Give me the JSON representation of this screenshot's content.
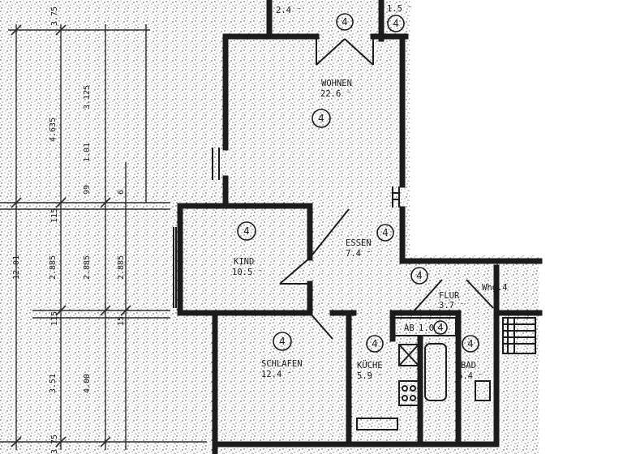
{
  "rooms": {
    "wohnen": {
      "name": "WOHNEN",
      "area": "22.6 ⁻",
      "unit_no": "4"
    },
    "essen": {
      "name": "ESSEN",
      "area": "7.4 ⁻",
      "unit_no": "4"
    },
    "kind": {
      "name": "KIND",
      "area": "10.5 ⁻",
      "unit_no": "4"
    },
    "schlafen": {
      "name": "SCHLAFEN",
      "area": "12.4 ⁻",
      "unit_no": "4"
    },
    "kueche": {
      "name": "KÜCHE",
      "area": "5.9 ⁻",
      "unit_no": "4"
    },
    "flur": {
      "name": "FLUR",
      "area": "3.7 ⁻",
      "unit_no": "4"
    },
    "ab": {
      "name": "AB",
      "area": "1.0",
      "unit_no": "4"
    },
    "bad": {
      "name": "BAD",
      "area": "6.4 ⁻",
      "unit_no": "4"
    },
    "top_left": {
      "area": "2.4 ⁻"
    },
    "top_right": {
      "area": "1.5 ⁻",
      "unit_no": "4"
    },
    "top_mid": {
      "unit_no": "4"
    }
  },
  "labels": {
    "wohnung": "Whg.4"
  },
  "dimensions": {
    "top_3_75": "3.75",
    "d_3_125": "3.125",
    "d_4_635": "4.635",
    "d_1_01": "1.01",
    "d_99": "99",
    "d_6": "6",
    "d_115_a": "115",
    "d_12_01": "12.01",
    "d_2_885_a": "2.885",
    "d_2_885_b": "2.885",
    "d_2_885_c": "2.885",
    "d_115_b": "115",
    "d_15": "15",
    "d_3_51": "3.51",
    "d_4_00": "4.00",
    "bottom_3_75": "3.75"
  }
}
